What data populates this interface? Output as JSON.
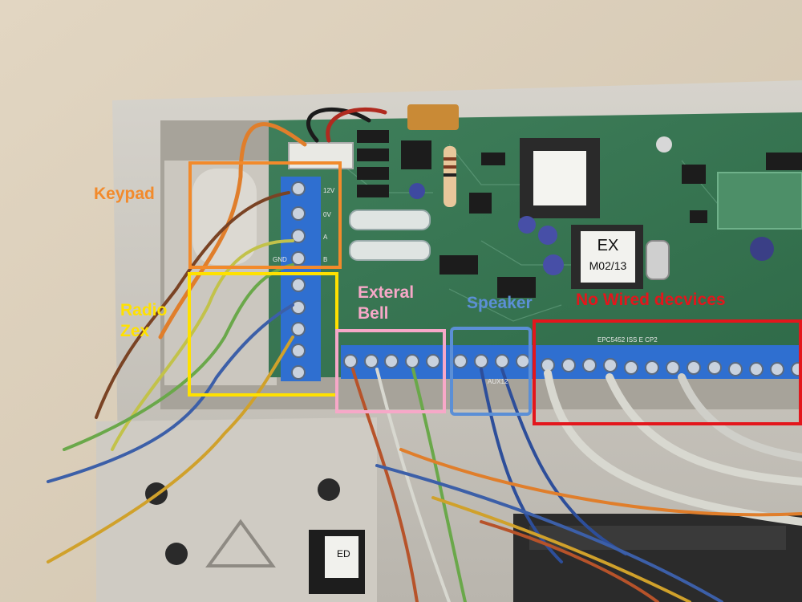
{
  "annotations": [
    {
      "id": "keypad",
      "text": "Keypad",
      "color": "#f28a2b"
    },
    {
      "id": "radio-zex",
      "line1": "Radio",
      "line2": "Zex",
      "color": "#ffe100"
    },
    {
      "id": "external-bell",
      "line1": "Exteral",
      "line2": "Bell",
      "color": "#f7a8c8"
    },
    {
      "id": "speaker",
      "text": "Speaker",
      "color": "#5b8fd6"
    },
    {
      "id": "no-wired-devices",
      "text": "No Wired decvices",
      "color": "#e3161c"
    }
  ],
  "board": {
    "chip_line1": "EX",
    "chip_line2": "M02/13",
    "model": "EPC5452 ISS E CP2",
    "terminal_right": "AUX12",
    "labels": {
      "v12": "12V",
      "v0": "0V",
      "a": "A",
      "b": "B",
      "gnd": "GND"
    },
    "cover_text": "ED"
  }
}
